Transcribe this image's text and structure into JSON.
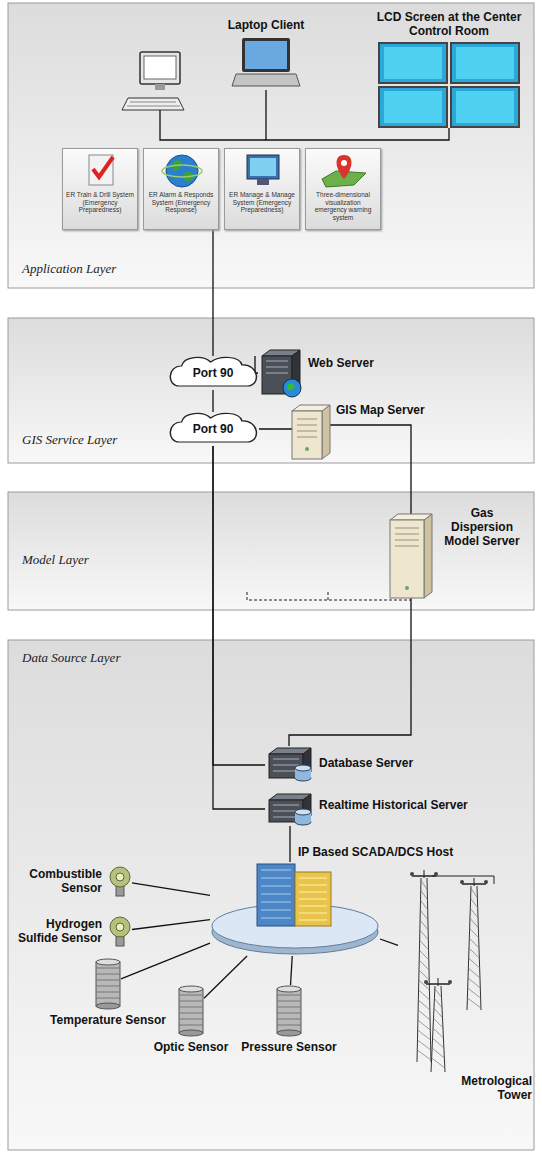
{
  "diagram": {
    "nodes": [
      {
        "text": [
          "Application Layer"
        ]
      },
      {
        "text": [
          "Laptop Client"
        ],
        "in": 0
      },
      {
        "text": [
          "LCD Screen at the Center Control Room"
        ],
        "in": 0
      },
      {
        "text": [
          "ER Train & Drill System (Emergency Preparedness)"
        ],
        "in": 0
      },
      {
        "text": [
          "ER Alarm & Responds System (Emergency Response)"
        ],
        "in": 0
      },
      {
        "text": [
          "ER Manage & Manage System (Emergency Preparedness)"
        ],
        "in": 0
      },
      {
        "text": [
          "Three-dimensional visualization emergency warning system"
        ],
        "in": 0
      },
      {
        "text": [
          "GIS Service Layer"
        ]
      },
      {
        "text": [
          "Port 90"
        ],
        "in": 7
      },
      {
        "text": [
          "Web Server"
        ],
        "in": 7
      },
      {
        "text": [
          "Port 90"
        ],
        "in": 7
      },
      {
        "text": [
          "GIS Map Server"
        ],
        "in": 7
      },
      {
        "text": [
          "Model Layer"
        ]
      },
      {
        "text": [
          "Gas Dispersion Model Server"
        ],
        "in": 12
      },
      {
        "text": [
          "Data Source Layer"
        ]
      },
      {
        "text": [
          "Database Server"
        ],
        "in": 14
      },
      {
        "text": [
          "Realtime Historical Server"
        ],
        "in": 14
      },
      {
        "text": [
          "IP Based SCADA/DCS Host"
        ],
        "in": 14
      },
      {
        "text": [
          "Combustible Sensor"
        ],
        "in": 14
      },
      {
        "text": [
          "Hydrogen Sulfide Sensor"
        ],
        "in": 14
      },
      {
        "text": [
          "Temperature Sensor"
        ],
        "in": 14
      },
      {
        "text": [
          "Optic Sensor"
        ],
        "in": 14
      },
      {
        "text": [
          "Pressure Sensor"
        ],
        "in": 14
      },
      {
        "text": [
          "Metrological Tower"
        ],
        "in": 14
      }
    ],
    "edges": [
      {
        "from": 1,
        "to": 2,
        "arrow": "none"
      },
      {
        "from": 4,
        "to": 8,
        "arrow": "none"
      },
      {
        "from": 8,
        "to": 9,
        "arrow": "none"
      },
      {
        "from": 8,
        "to": 10,
        "arrow": "none"
      },
      {
        "from": 10,
        "to": 11,
        "arrow": "none"
      },
      {
        "from": 11,
        "to": 13,
        "arrow": "none"
      },
      {
        "from": 13,
        "to": 15,
        "arrow": "none"
      },
      {
        "from": 10,
        "to": 15,
        "arrow": "none"
      },
      {
        "from": 10,
        "to": 16,
        "arrow": "none"
      },
      {
        "from": 16,
        "to": 17,
        "arrow": "none"
      },
      {
        "from": 17,
        "to": 18,
        "arrow": "none"
      },
      {
        "from": 17,
        "to": 19,
        "arrow": "none"
      },
      {
        "from": 17,
        "to": 20,
        "arrow": "none"
      },
      {
        "from": 17,
        "to": 21,
        "arrow": "none"
      },
      {
        "from": 17,
        "to": 22,
        "arrow": "none"
      },
      {
        "from": 17,
        "to": 23,
        "arrow": "none"
      }
    ]
  }
}
